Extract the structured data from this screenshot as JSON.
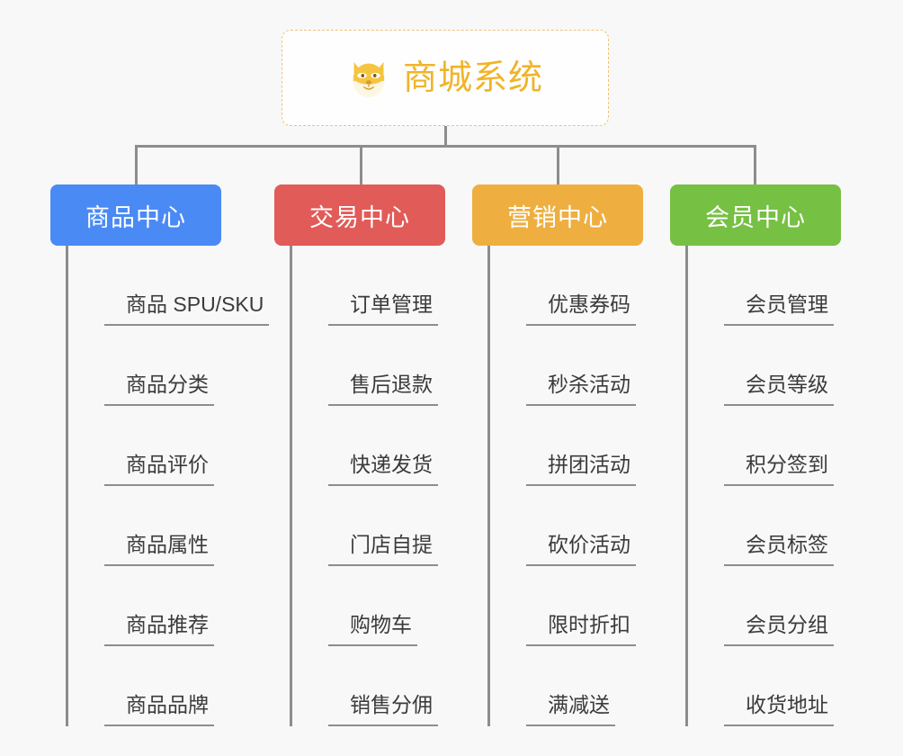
{
  "background_color": "#f8f8f8",
  "root": {
    "title": "商城系统",
    "icon": "shiba-dog-face-icon",
    "text_color": "#f0b429",
    "border_color": "#f0c376"
  },
  "columns": [
    {
      "header": "商品中心",
      "color": "#4a8af4",
      "items": [
        "商品 SPU/SKU",
        "商品分类",
        "商品评价",
        "商品属性",
        "商品推荐",
        "商品品牌"
      ]
    },
    {
      "header": "交易中心",
      "color": "#e15b58",
      "items": [
        "订单管理",
        "售后退款",
        "快递发货",
        "门店自提",
        "购物车",
        "销售分佣"
      ]
    },
    {
      "header": "营销中心",
      "color": "#eeaf40",
      "items": [
        "优惠券码",
        "秒杀活动",
        "拼团活动",
        "砍价活动",
        "限时折扣",
        "满减送"
      ]
    },
    {
      "header": "会员中心",
      "color": "#76c043",
      "items": [
        "会员管理",
        "会员等级",
        "积分签到",
        "会员标签",
        "会员分组",
        "收货地址"
      ]
    }
  ],
  "connector_color": "#8d8d8d"
}
